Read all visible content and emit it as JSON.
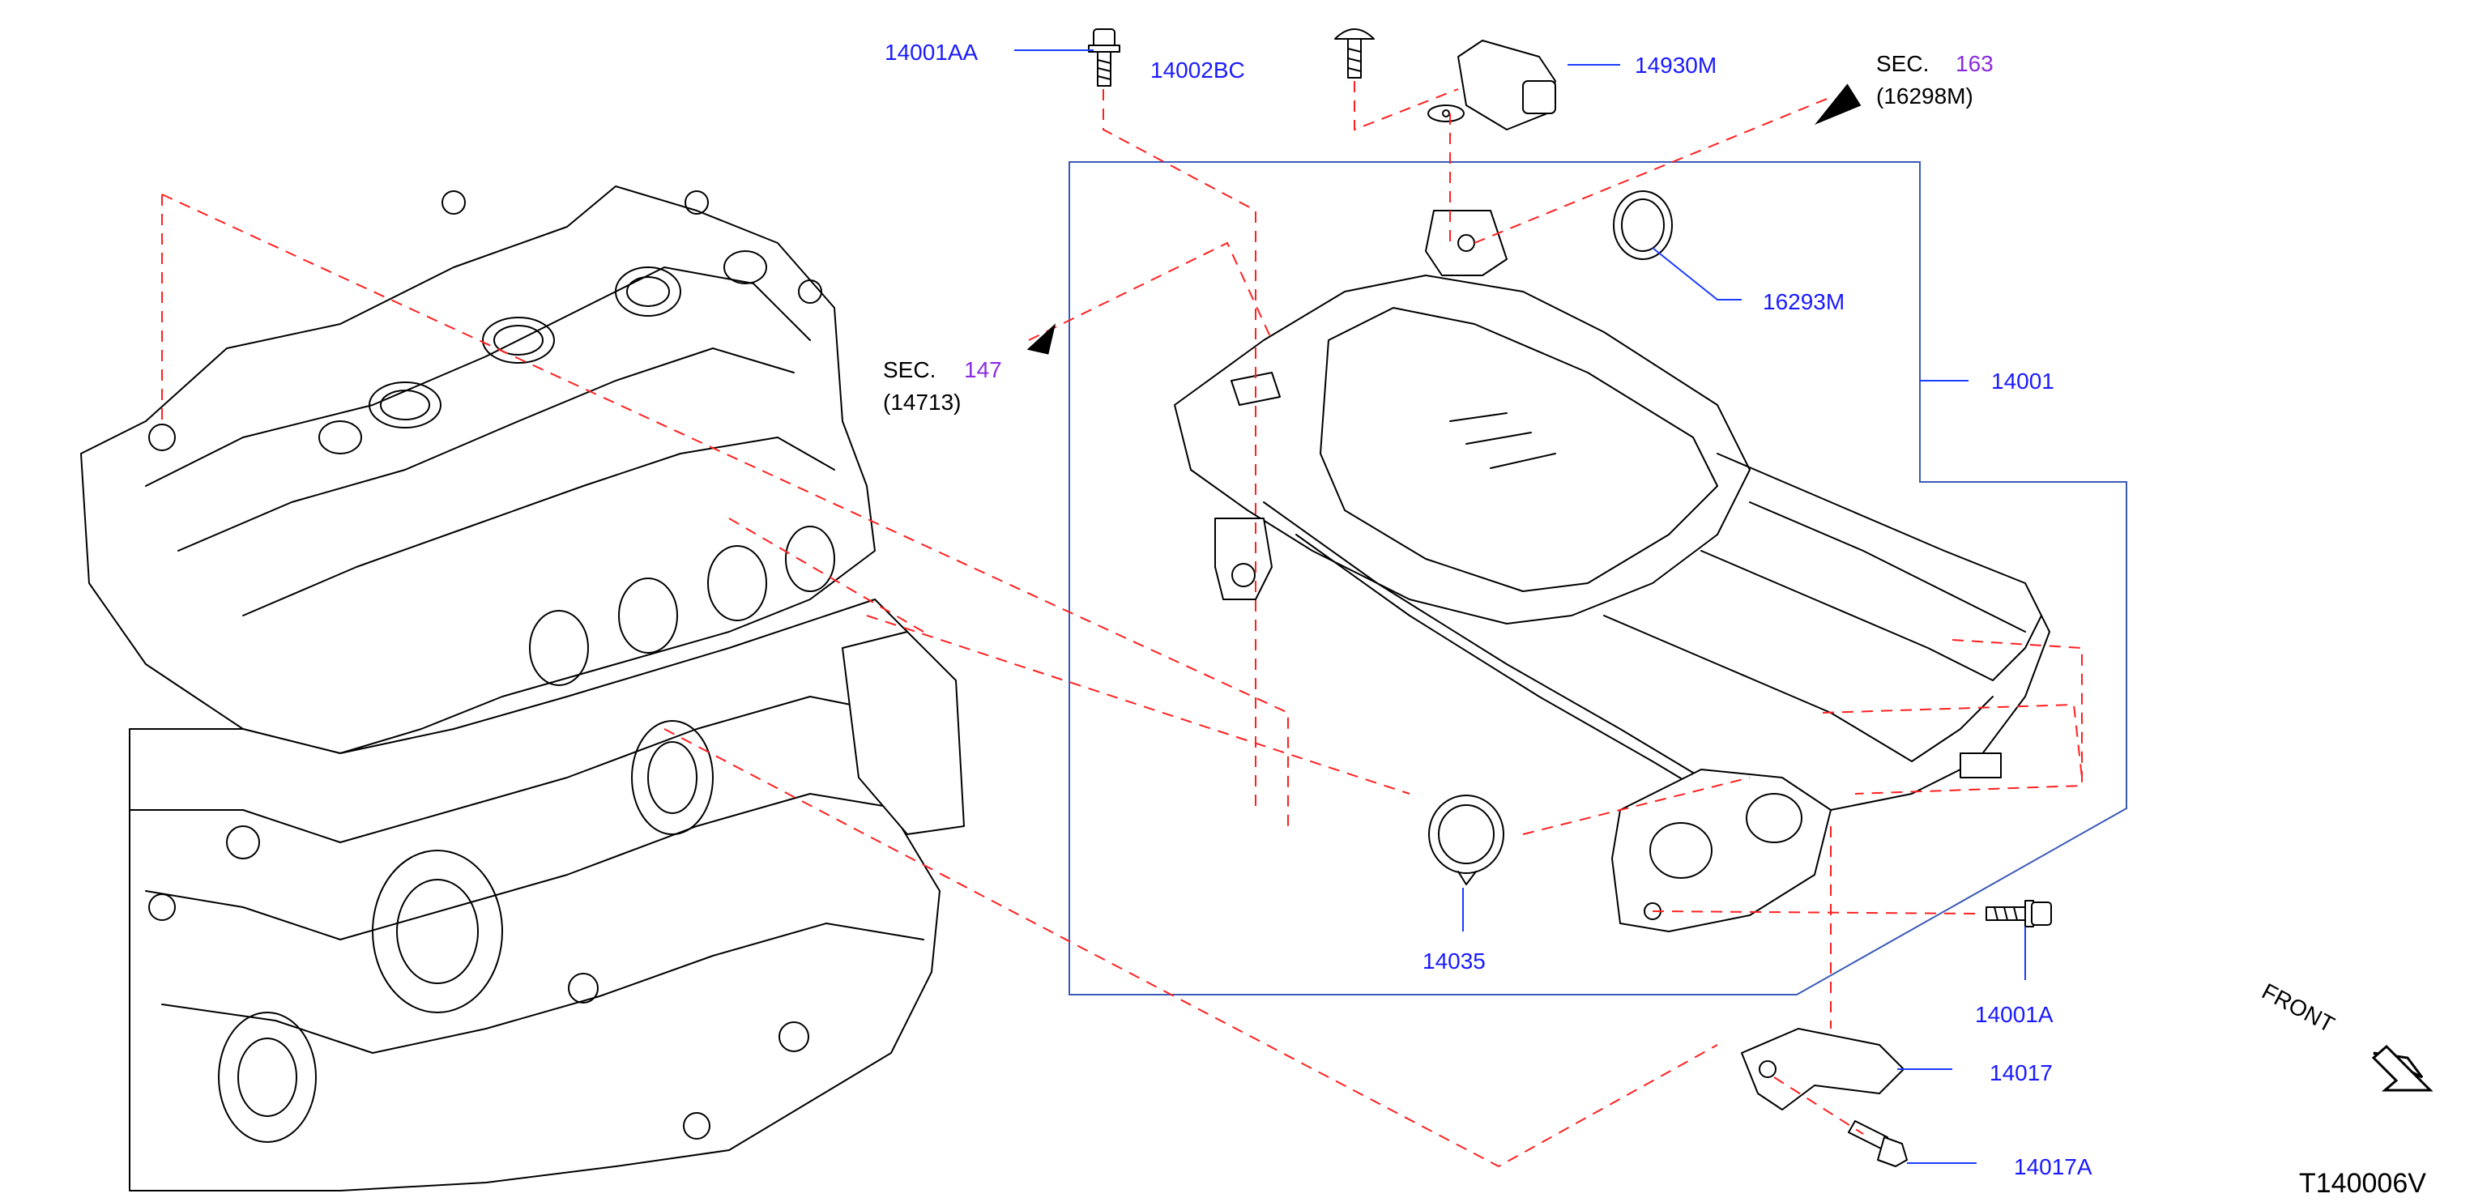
{
  "callouts": {
    "p14001AA": "14001AA",
    "p14002BC": "14002BC",
    "p14930M": "14930M",
    "p16293M": "16293M",
    "p14001": "14001",
    "p14035": "14035",
    "p14001A": "14001A",
    "p14017": "14017",
    "p14017A": "14017A"
  },
  "sections": {
    "sec163": {
      "prefix": "SEC.",
      "number": "163",
      "ref": "(16298M)"
    },
    "sec147": {
      "prefix": "SEC.",
      "number": "147",
      "ref": "(14713)"
    }
  },
  "front_label": "FRONT",
  "diagram_id": "T140006V",
  "colors": {
    "part_number": "#1a1aff",
    "section_number": "#8a2be2",
    "dashed_link": "#ff2020",
    "frame": "#3a5ab8"
  }
}
